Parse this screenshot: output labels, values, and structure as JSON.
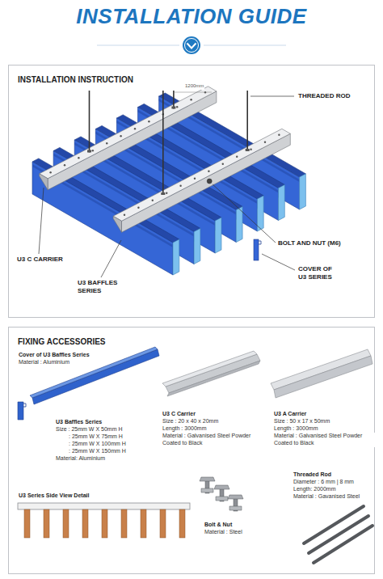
{
  "diagram": {
    "title": "INSTALLATION GUIDE",
    "nodes": [
      {
        "text": [
          "INSTALLATION INSTRUCTION"
        ]
      },
      {
        "text": [
          "FIXING ACCESSORIES"
        ]
      }
    ],
    "labels": [
      "1200mm",
      "THREADED ROD",
      "BOLT AND NUT (M6)",
      "U3 C CARRIER",
      "U3 BAFFLES SERIES",
      "COVER OF U3 SERIES",
      "Cover of U3 Baffles Series",
      "Material : Aluminium",
      "U3 Baffles Series",
      "Size : 25mm W X 50mm H",
      ": 25mm W X 75mm H",
      ": 25mm W X 100mm H",
      ": 25mm W X 150mm H",
      "Material: Aluminium",
      "U3 C Carrier",
      "Size : 20 x 40 x 20mm",
      "Length : 3000mm",
      "Material : Galvanised Steel Powder Coated to Black",
      "U3 A Carrier",
      "Size : 50 x 17 x 50mm",
      "Length : 3000mm",
      "Material : Galvanised Steel Powder Coated to Black",
      "U3 Series Side View Detail",
      "Bolt & Nut",
      "Material : Steel",
      "Threaded Rod",
      "Diameter : 6 mm | 8 mm",
      "Length: 2000mm",
      "Material : Gavanised Steel"
    ]
  }
}
